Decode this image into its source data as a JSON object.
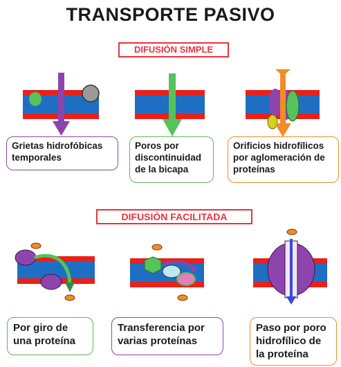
{
  "title": "TRANSPORTE PASIVO",
  "sections": [
    {
      "label": "DIFUSIÓN SIMPLE",
      "items": [
        {
          "caption": "Grietas hidrofóbicas temporales"
        },
        {
          "caption": "Poros por discontinuidad de la bicapa"
        },
        {
          "caption": "Orificios hidrofílicos por aglomeración de proteínas"
        }
      ]
    },
    {
      "label": "DIFUSIÓN FACILITADA",
      "items": [
        {
          "caption": "Por giro de una proteína"
        },
        {
          "caption": "Transferencia por varias proteínas"
        },
        {
          "caption": "Paso por poro hidrofílico de la proteína"
        }
      ]
    }
  ],
  "colors": {
    "accent_red": "#e8323c",
    "membrane_blue": "#1e6fc4",
    "membrane_red": "#e8211a",
    "purple": "#8e44ad",
    "green": "#5cb85c",
    "orange": "#f28c28"
  }
}
